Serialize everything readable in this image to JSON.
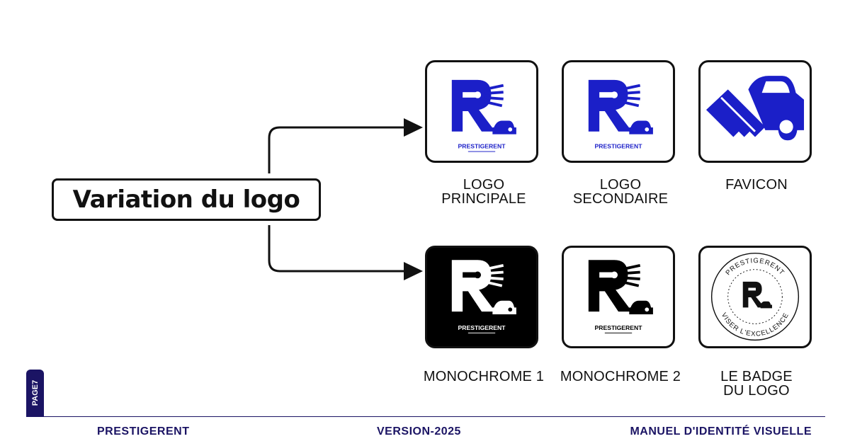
{
  "title": "Variation du logo",
  "brand_colors": {
    "primary_blue": "#1b1fc8",
    "navy": "#1b1464",
    "black": "#000000"
  },
  "variations": [
    {
      "caption": [
        "LOGO",
        "PRINCIPALE"
      ],
      "wordmark": "PRESTIGERENT",
      "style": "blue"
    },
    {
      "caption": [
        "LOGO",
        "SECONDAIRE"
      ],
      "wordmark": "PRESTIGERENT",
      "style": "blue"
    },
    {
      "caption": [
        "FAVICON"
      ],
      "style": "blue-icon"
    },
    {
      "caption": [
        "MONOCHROME 1"
      ],
      "wordmark": "PRESTIGERENT",
      "style": "white-on-black"
    },
    {
      "caption": [
        "MONOCHROME 2"
      ],
      "wordmark": "PRESTIGERENT",
      "style": "black-on-white"
    },
    {
      "caption": [
        "LE BADGE",
        "DU LOGO"
      ],
      "badge_top": "PRESTIGERENT",
      "badge_bottom": "VISER L'EXCELLENCE",
      "style": "badge"
    }
  ],
  "page": {
    "label": "PAGE7"
  },
  "footer": {
    "left": "PRESTIGERENT",
    "center": "VERSION-2025",
    "right": "MANUEL D'IDENTITÉ VISUELLE"
  }
}
